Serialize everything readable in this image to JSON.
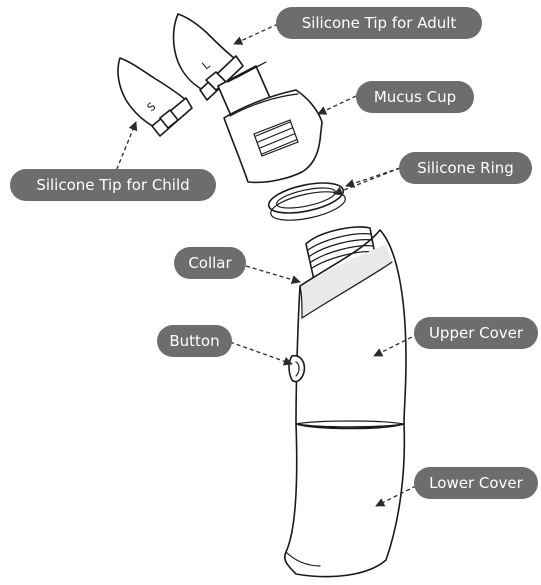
{
  "colors": {
    "pill_background": "#6d6d6d",
    "pill_text": "#ffffff",
    "line": "#1a1a1a"
  },
  "labels": {
    "silicone_tip_adult": "Silicone Tip for Adult",
    "mucus_cup": "Mucus Cup",
    "silicone_ring": "Silicone Ring",
    "silicone_tip_child": "Silicone Tip for Child",
    "collar": "Collar",
    "button": "Button",
    "upper_cover": "Upper Cover",
    "lower_cover": "Lower Cover"
  },
  "tip_marks": {
    "child": "S",
    "adult": "L"
  }
}
